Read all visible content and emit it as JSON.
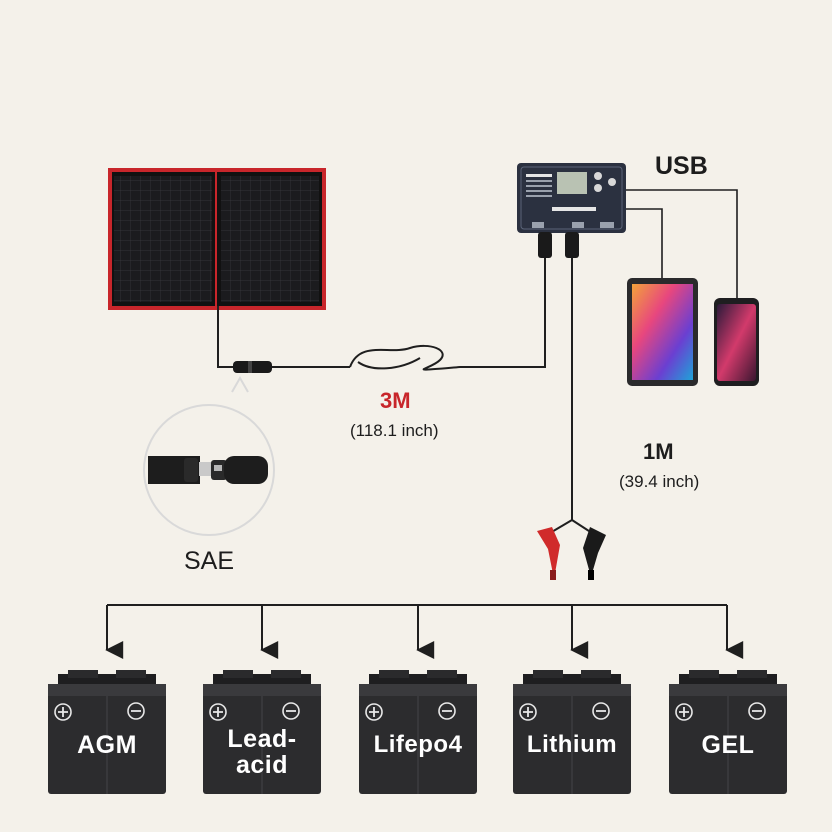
{
  "labels": {
    "usb": "USB",
    "cable_3m": "3M",
    "cable_3m_inch": "(118.1 inch)",
    "cable_1m": "1M",
    "cable_1m_inch": "(39.4 inch)",
    "sae": "SAE"
  },
  "batteries": [
    {
      "label": "AGM"
    },
    {
      "label_line1": "Lead-",
      "label_line2": "acid"
    },
    {
      "label": "Lifepo4"
    },
    {
      "label": "Lithium"
    },
    {
      "label": "GEL"
    }
  ],
  "colors": {
    "background": "#f4f1ea",
    "panel_frame": "#c8262b",
    "panel_cells": "#1b1b1e",
    "controller": "#2b3140",
    "battery": "#2c2c2e",
    "clamp_red": "#d02b2b",
    "clamp_black": "#1a1a1a",
    "wire": "#1f1f1f"
  },
  "icons": {
    "solar_panel": "solar-panel-icon",
    "controller": "charge-controller-icon",
    "tablet": "tablet-icon",
    "phone": "phone-icon",
    "sae_connector": "sae-connector-icon",
    "clamps": "battery-clamp-icon",
    "battery": "battery-icon"
  }
}
